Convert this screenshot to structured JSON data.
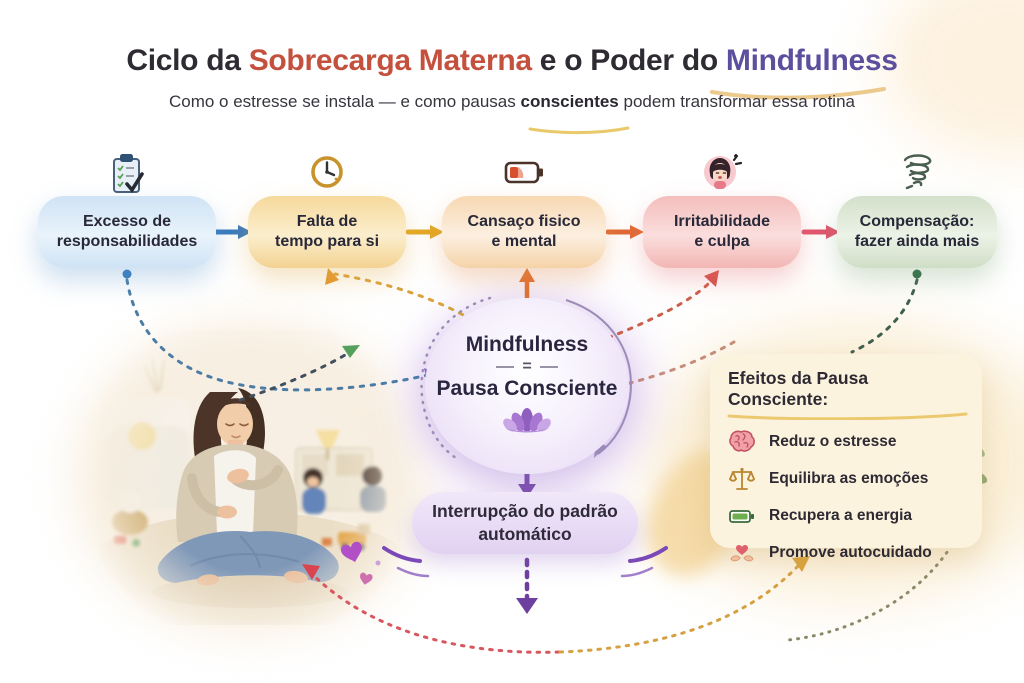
{
  "header": {
    "title_part1": "Ciclo da",
    "title_highlight1": "Sobrecarga Materna",
    "title_part2": "e o Poder do",
    "title_highlight2": "Mindfulness",
    "subtitle_part1": "Como o estresse se instala — e como pausas",
    "subtitle_bold": "conscientes",
    "subtitle_part2": "podem transformar essa rotina"
  },
  "cycle": {
    "steps": [
      {
        "icon": "checklist-clipboard-icon",
        "line1": "Excesso de",
        "line2": "responsabilidades",
        "accent": "#3779bd"
      },
      {
        "icon": "clock-icon",
        "line1": "Falta de",
        "line2": "tempo para si",
        "accent": "#e3a825"
      },
      {
        "icon": "low-battery-icon",
        "line1": "Cansaço fisico",
        "line2": "e mental",
        "accent": "#df6a35"
      },
      {
        "icon": "stressed-woman-icon",
        "line1": "Irritabilidade",
        "line2": "e culpa",
        "accent": "#e0556e"
      },
      {
        "icon": "tornado-icon",
        "line1": "Compensação:",
        "line2": "fazer ainda mais",
        "accent": "#3f7d4e"
      }
    ]
  },
  "center": {
    "icon": "lotus-icon",
    "line1": "Mindfulness",
    "equals": "=",
    "line2": "Pausa Consciente"
  },
  "interruption": {
    "line1": "Interrupção do padrão",
    "line2": "automático"
  },
  "effects": {
    "title": "Efeitos da Pausa Consciente:",
    "items": [
      {
        "icon": "brain-icon",
        "label": "Reduz o estresse"
      },
      {
        "icon": "balance-scale-icon",
        "label": "Equilibra as emoções"
      },
      {
        "icon": "full-battery-icon",
        "label": "Recupera a energia"
      },
      {
        "icon": "hands-heart-icon",
        "label": "Promove autocuidado"
      }
    ]
  },
  "colors": {
    "title_highlight1": "#c4503e",
    "title_highlight2": "#5c4f9e",
    "circle_accent": "#8f5fc0",
    "panel_background": "#fcf3df"
  }
}
